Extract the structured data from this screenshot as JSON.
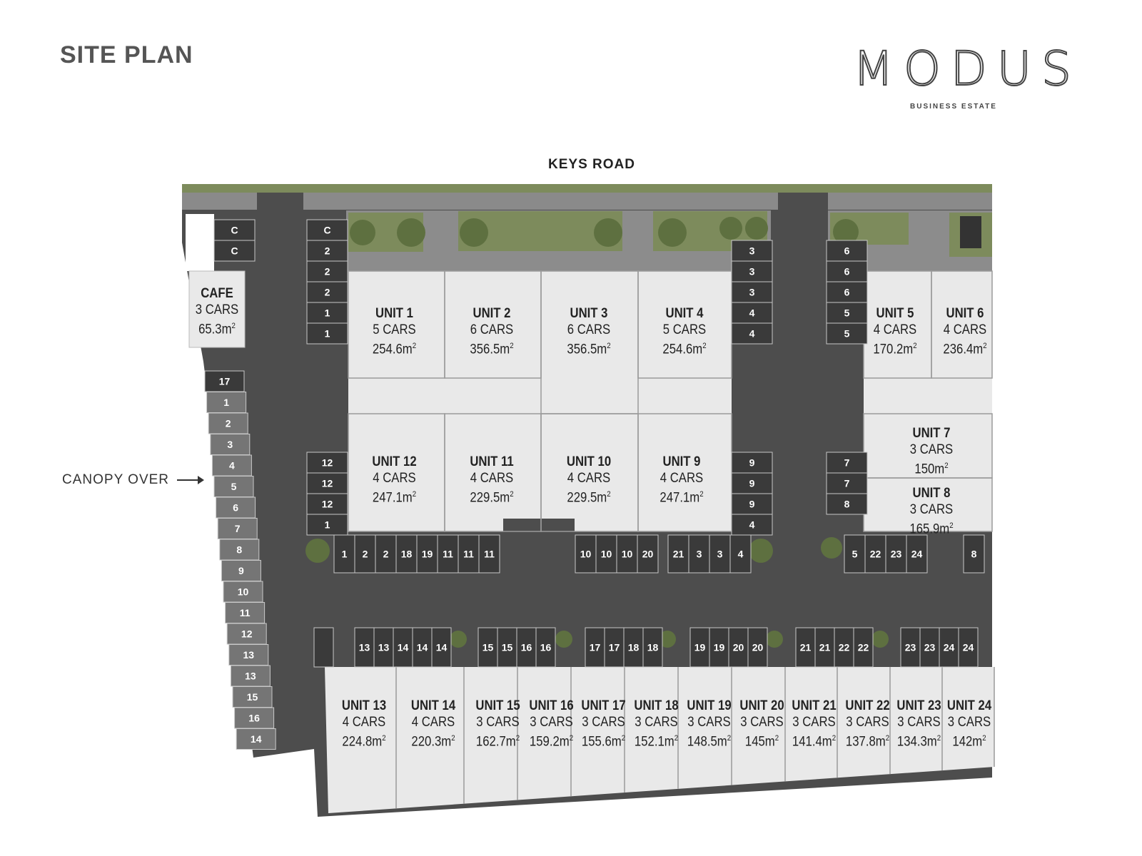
{
  "header": {
    "title": "SITE PLAN",
    "logo": "MODUS",
    "logo_sub": "BUSINESS ESTATE",
    "road": "KEYS ROAD",
    "canopy": "CANOPY OVER"
  },
  "colors": {
    "road": "#4a4a4a",
    "unit": "#e9e9e9",
    "grass": "#7d8b5c",
    "bay": "#3a3a3a"
  },
  "units": [
    {
      "name": "CAFE",
      "cars": "3 CARS",
      "area": "65.3"
    },
    {
      "name": "UNIT 1",
      "cars": "5 CARS",
      "area": "254.6"
    },
    {
      "name": "UNIT 2",
      "cars": "6 CARS",
      "area": "356.5"
    },
    {
      "name": "UNIT 3",
      "cars": "6 CARS",
      "area": "356.5"
    },
    {
      "name": "UNIT 4",
      "cars": "5 CARS",
      "area": "254.6"
    },
    {
      "name": "UNIT 5",
      "cars": "4 CARS",
      "area": "170.2"
    },
    {
      "name": "UNIT 6",
      "cars": "4 CARS",
      "area": "236.4"
    },
    {
      "name": "UNIT 7",
      "cars": "3 CARS",
      "area": "150"
    },
    {
      "name": "UNIT 8",
      "cars": "3 CARS",
      "area": "165.9"
    },
    {
      "name": "UNIT 9",
      "cars": "4 CARS",
      "area": "247.1"
    },
    {
      "name": "UNIT 10",
      "cars": "4 CARS",
      "area": "229.5"
    },
    {
      "name": "UNIT 11",
      "cars": "4 CARS",
      "area": "229.5"
    },
    {
      "name": "UNIT 12",
      "cars": "4 CARS",
      "area": "247.1"
    },
    {
      "name": "UNIT 13",
      "cars": "4 CARS",
      "area": "224.8"
    },
    {
      "name": "UNIT 14",
      "cars": "4 CARS",
      "area": "220.3"
    },
    {
      "name": "UNIT 15",
      "cars": "3 CARS",
      "area": "162.7"
    },
    {
      "name": "UNIT 16",
      "cars": "3 CARS",
      "area": "159.2"
    },
    {
      "name": "UNIT 17",
      "cars": "3 CARS",
      "area": "155.6"
    },
    {
      "name": "UNIT 18",
      "cars": "3 CARS",
      "area": "152.1"
    },
    {
      "name": "UNIT 19",
      "cars": "3 CARS",
      "area": "148.5"
    },
    {
      "name": "UNIT 20",
      "cars": "3 CARS",
      "area": "145"
    },
    {
      "name": "UNIT 21",
      "cars": "3 CARS",
      "area": "141.4"
    },
    {
      "name": "UNIT 22",
      "cars": "3 CARS",
      "area": "137.8"
    },
    {
      "name": "UNIT 23",
      "cars": "3 CARS",
      "area": "134.3"
    },
    {
      "name": "UNIT 24",
      "cars": "3 CARS",
      "area": "142"
    }
  ],
  "area_unit": "m",
  "bays": {
    "cafe": [
      "C",
      "C"
    ],
    "col_a": [
      "C",
      "2",
      "2",
      "2",
      "1",
      "1"
    ],
    "col_b": [
      "3",
      "3",
      "3",
      "4",
      "4"
    ],
    "col_c": [
      "6",
      "6",
      "6",
      "5",
      "5"
    ],
    "col_d": [
      "12",
      "12",
      "12",
      "1"
    ],
    "col_e": [
      "9",
      "9",
      "9",
      "4"
    ],
    "col_f": [
      "7",
      "7",
      "8"
    ],
    "row1a": [
      "1",
      "2",
      "2",
      "18",
      "19",
      "11",
      "11",
      "11"
    ],
    "row1b": [
      "10",
      "10",
      "10",
      "20"
    ],
    "row1c": [
      "21",
      "3",
      "3",
      "4"
    ],
    "row1d": [
      "5",
      "22",
      "23",
      "24"
    ],
    "row1e": [
      "8"
    ],
    "row2a": [
      "13",
      "13",
      "14",
      "14",
      "14"
    ],
    "row2b": [
      "15",
      "15",
      "16",
      "16"
    ],
    "row2c": [
      "17",
      "17",
      "18",
      "18"
    ],
    "row2d": [
      "19",
      "19",
      "20",
      "20"
    ],
    "row2e": [
      "21",
      "21",
      "22",
      "22"
    ],
    "row2f": [
      "23",
      "23",
      "24",
      "24"
    ],
    "canopy": [
      "17",
      "1",
      "2",
      "3",
      "4",
      "5",
      "6",
      "7",
      "8",
      "9",
      "10",
      "11",
      "12",
      "13",
      "13",
      "15",
      "16",
      "14"
    ]
  }
}
